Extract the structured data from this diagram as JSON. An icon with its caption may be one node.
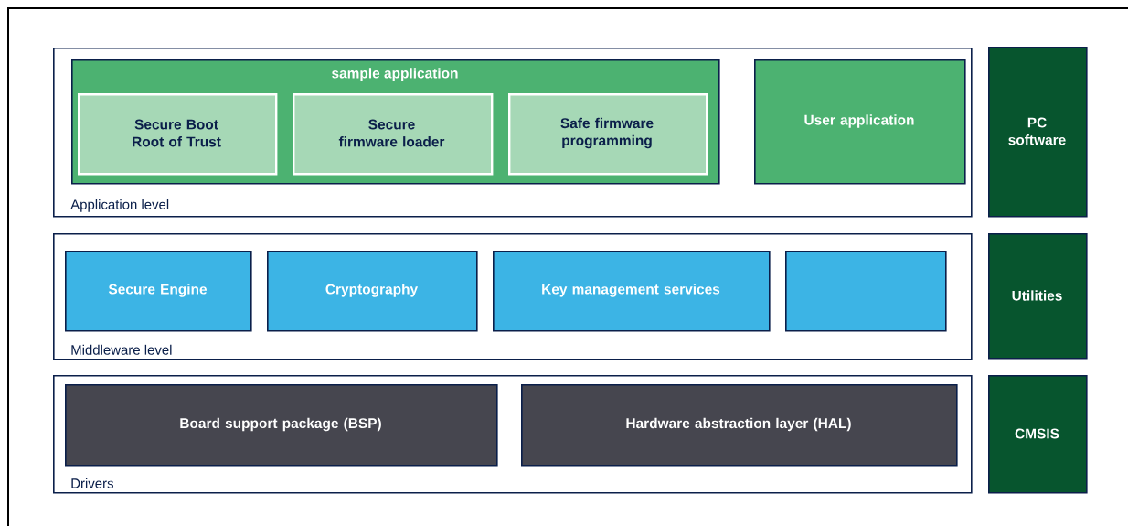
{
  "diagram": {
    "nodes": [
      {
        "text": [
          "Application level"
        ]
      },
      {
        "text": [
          "sample application"
        ],
        "in": 0
      },
      {
        "text": [
          "Secure Boot Root of Trust"
        ],
        "in": 1
      },
      {
        "text": [
          "Secure firmware loader"
        ],
        "in": 1
      },
      {
        "text": [
          "Safe firmware programming"
        ],
        "in": 1
      },
      {
        "text": [
          "User application"
        ],
        "in": 0
      },
      {
        "text": [
          "PC software"
        ]
      },
      {
        "text": [
          "Middleware level"
        ]
      },
      {
        "text": [
          "Secure Engine"
        ],
        "in": 7
      },
      {
        "text": [
          "Cryptography"
        ],
        "in": 7
      },
      {
        "text": [
          "Key management services"
        ],
        "in": 7
      },
      {
        "text": [],
        "shape": "box",
        "in": 7
      },
      {
        "text": [
          "Utilities"
        ]
      },
      {
        "text": [
          "Drivers"
        ]
      },
      {
        "text": [
          "Board support package (BSP)"
        ],
        "in": 13
      },
      {
        "text": [
          "Hardware abstraction layer (HAL)"
        ],
        "in": 13
      },
      {
        "text": [
          "CMSIS"
        ]
      }
    ]
  }
}
